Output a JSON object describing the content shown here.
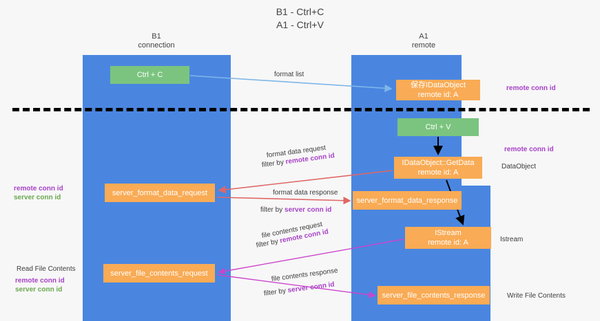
{
  "title": {
    "line1": "B1 - Ctrl+C",
    "line2": "A1 - Ctrl+V"
  },
  "columns": [
    {
      "name": "B1",
      "sub": "connection"
    },
    {
      "name": "A1",
      "sub": "remote"
    }
  ],
  "boxes": {
    "ctrl_c": "Ctrl + C",
    "idataobject_line1": "保存IDataObject",
    "idataobject_line2": "remote id: A",
    "ctrl_v": "Ctrl + V",
    "getdata_line1": "IDataObject::GetData",
    "getdata_line2": "remote id: A",
    "server_format_data_request": "server_format_data_request",
    "server_format_data_response": "server_format_data_response",
    "istream_line1": "IStream",
    "istream_line2": "remote id: A",
    "server_file_contents_request": "server_file_contents_request",
    "server_file_contents_response": "server_file_contents_response"
  },
  "annotations": {
    "format_list": "format list",
    "remote_conn_id_1": "remote conn id",
    "remote_conn_id_2": "remote conn id",
    "dataobject": "DataObject",
    "format_data_request": "format data request",
    "filter_by": "filter by ",
    "remote_conn_id_filter_1": "remote conn id",
    "format_data_response": "format data response",
    "server_conn_id_filter_1": "server conn id",
    "left_remote_conn_id": "remote conn id",
    "left_server_conn_id": "server conn id",
    "istream_label": "Istream",
    "file_contents_request": "file contents request",
    "remote_conn_id_filter_2": "remote conn id",
    "read_file_contents": "Read File Contents",
    "left_remote_conn_id_2": "remote conn id",
    "left_server_conn_id_2": "server conn id",
    "file_contents_response": "file contents response",
    "server_conn_id_filter_2": "server conn id",
    "write_file_contents": "Write File Contents"
  },
  "colors": {
    "lane": "#4a86e0",
    "green_box": "#7bc47f",
    "orange_box": "#f9ab55",
    "purple_text": "#a742c6",
    "green_text": "#6aa84f",
    "arrow_blue": "#7eb6e8",
    "arrow_red": "#e06666",
    "arrow_magenta": "#cc44cc",
    "arrow_black": "#000000",
    "background": "#f7f7f7"
  }
}
